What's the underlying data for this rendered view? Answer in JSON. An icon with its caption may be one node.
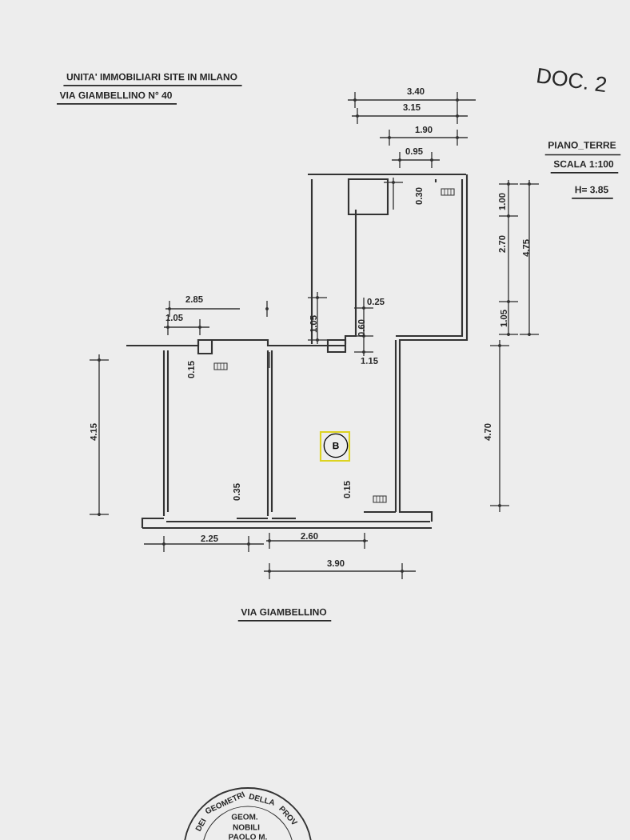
{
  "diagram": {
    "nodes": [
      {
        "text": [
          "B"
        ]
      }
    ],
    "labels": [
      "UNITA' IMMOBILIARI SITE IN MILANO",
      "VIA GIAMBELLINO N° 40",
      "DOC. 2",
      "3.40",
      "3.15",
      "1.90",
      "PIANO_TERRE",
      "0.95",
      "SCALA 1:100",
      "0.30",
      "1.00",
      "H= 3.85",
      "2.70",
      "4.75",
      "2.85",
      "0.25",
      "1.05",
      "1.05",
      "0.60",
      "1.05",
      "0.15",
      "1.15",
      "4.15",
      "4.70",
      "0.35",
      "0.15",
      "2.25",
      "2.60",
      "3.90",
      "VIA GIAMBELLINO",
      "DEI",
      "GEOMETRI",
      "DELLA",
      "PROV",
      "GEOM.",
      "NOBILI",
      "PAOLO M."
    ]
  }
}
